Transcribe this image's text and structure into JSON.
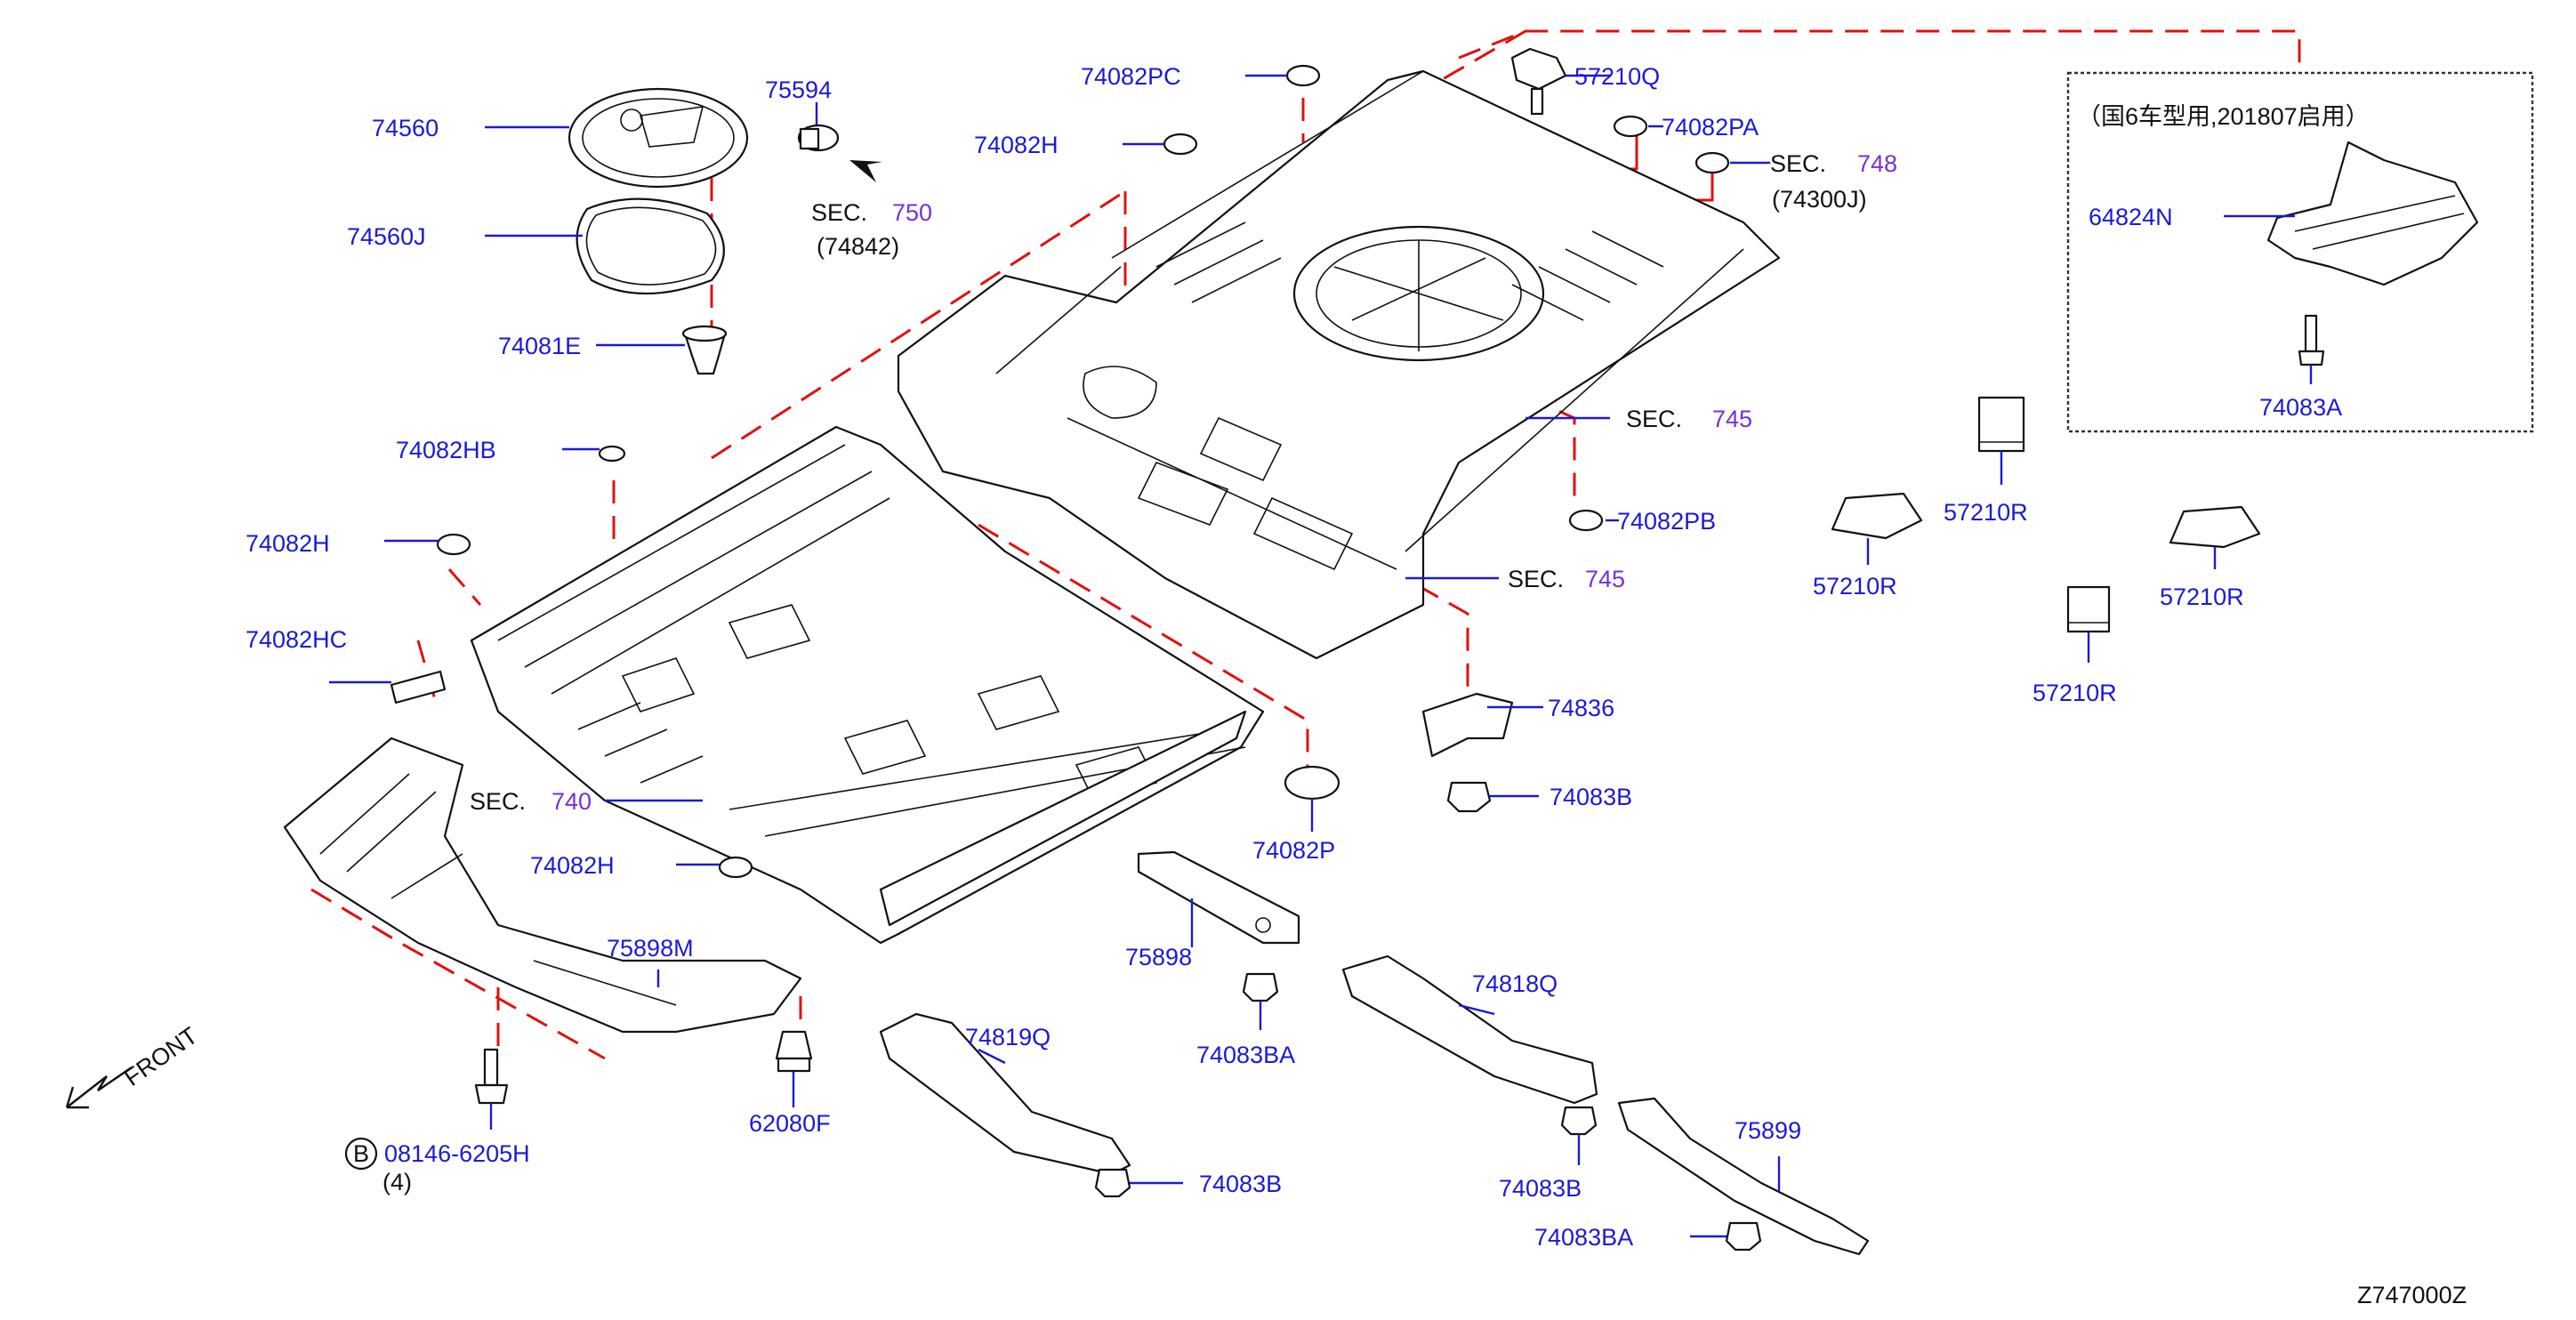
{
  "diagram_code": "Z747000Z",
  "front_label": "FRONT",
  "inset": {
    "note": "（国6车型用,201807启用）",
    "part_a": "64824N",
    "part_b": "74083A"
  },
  "parts": {
    "p74560": "74560",
    "p74560J": "74560J",
    "p74081E": "74081E",
    "p75594": "75594",
    "sec750": {
      "prefix": "SEC.",
      "num": "750",
      "sub": "(74842)"
    },
    "p74082PC": "74082PC",
    "p74082H_top": "74082H",
    "p57210Q": "57210Q",
    "p74082PA": "74082PA",
    "sec748": {
      "prefix": "SEC.",
      "num": "748",
      "sub": "(74300J)"
    },
    "sec745_a": {
      "prefix": "SEC.",
      "num": "745"
    },
    "p74082PB": "74082PB",
    "sec745_b": {
      "prefix": "SEC.",
      "num": "745"
    },
    "p74082HB": "74082HB",
    "p74082H_left": "74082H",
    "p74082HC": "74082HC",
    "sec740": {
      "prefix": "SEC.",
      "num": "740"
    },
    "p74082H_bottom": "74082H",
    "p75898M": "75898M",
    "p62080F": "62080F",
    "bolt_symbol": "B",
    "p08146": "08146-6205H",
    "p08146_qty": "(4)",
    "p74082P": "74082P",
    "p74836": "74836",
    "p74083B_mid": "74083B",
    "p75898": "75898",
    "p74083BA_mid": "74083BA",
    "p74819Q": "74819Q",
    "p74083B_low": "74083B",
    "p74818Q": "74818Q",
    "p74083B_right": "74083B",
    "p75899": "75899",
    "p74083BA_right": "74083BA",
    "p57210R_a": "57210R",
    "p57210R_b": "57210R",
    "p57210R_c": "57210R",
    "p57210R_d": "57210R"
  }
}
